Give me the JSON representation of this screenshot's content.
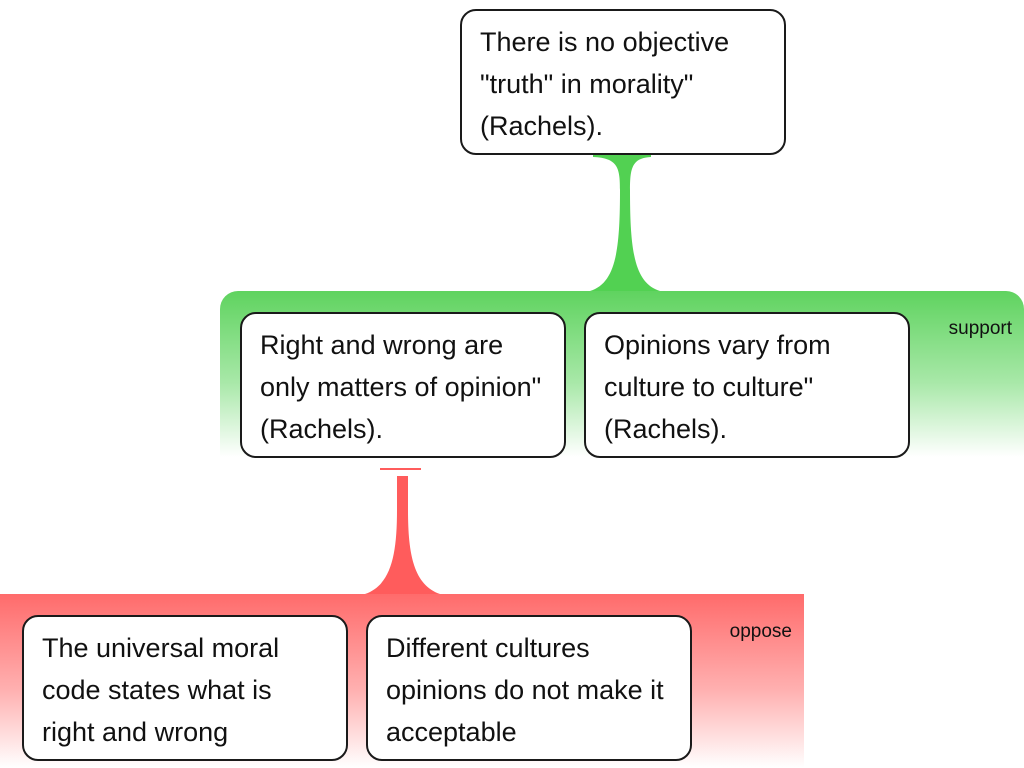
{
  "claim": {
    "text": "There is no objective \"truth\" in morality\" (Rachels)."
  },
  "support": {
    "label": "support",
    "color": "#52d152",
    "premises": [
      {
        "text": "Right and wrong are only matters of opinion\" (Rachels)."
      },
      {
        "text": "Opinions vary from culture to culture\" (Rachels)."
      }
    ]
  },
  "oppose": {
    "label": "oppose",
    "color": "#ff5c5c",
    "objections": [
      {
        "text": "The universal moral code states what is right and wrong"
      },
      {
        "text": "Different cultures opinions do not make it acceptable"
      }
    ]
  }
}
